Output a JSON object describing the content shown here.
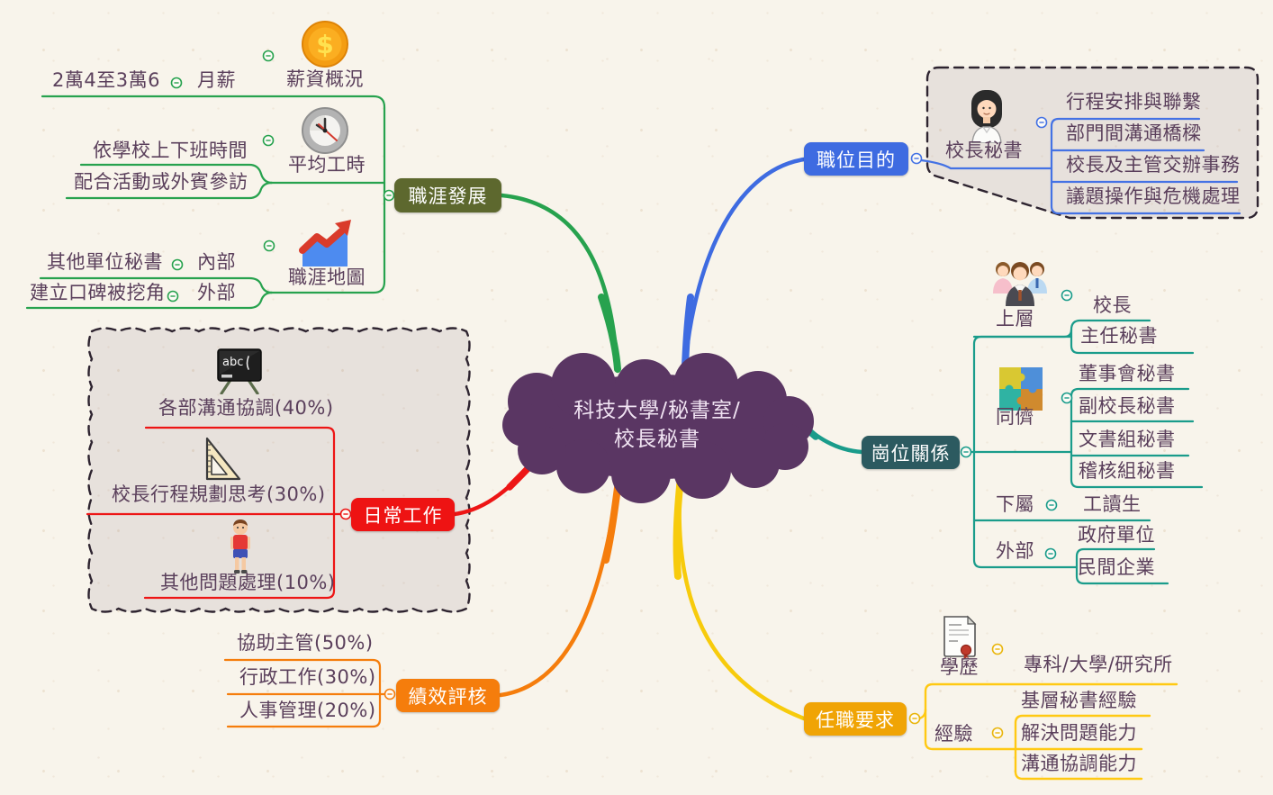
{
  "app": {
    "type": "mindmap"
  },
  "palette": {
    "background": "#F8F4EB",
    "center_fill": "#5A3663",
    "center_text_color": "#F0E3F2",
    "topic_text_color": "#FFFFFF",
    "label_text_color": "#5A3F5B",
    "career": {
      "node": "#5D682E",
      "line": "#27A24E"
    },
    "daily": {
      "node": "#EE1313",
      "line": "#ED1515"
    },
    "perf": {
      "node": "#F57D0C",
      "line": "#F57D0C"
    },
    "purpose": {
      "node": "#3E6BE1",
      "line": "#4472E4"
    },
    "relations": {
      "node": "#2C5A60",
      "line": "#1A9C8B"
    },
    "requirements": {
      "node": "#F0A405",
      "line": "#FFC913"
    }
  },
  "center": {
    "line1": "科技大學/秘書室/",
    "line2": "校長秘書"
  },
  "branches": {
    "career": {
      "label": "職涯發展",
      "salary": {
        "label": "薪資概況",
        "icon": "coin-icon",
        "monthly": {
          "label": "月薪",
          "range": "2萬4至3萬6"
        }
      },
      "hours": {
        "label": "平均工時",
        "icon": "clock-icon",
        "items": [
          "依學校上下班時間",
          "配合活動或外賓參訪"
        ]
      },
      "map": {
        "label": "職涯地圖",
        "icon": "trend-chart-icon",
        "internal": {
          "label": "內部",
          "note": "其他單位秘書"
        },
        "external": {
          "label": "外部",
          "note": "建立口碑被挖角"
        }
      }
    },
    "daily": {
      "label": "日常工作",
      "items": [
        {
          "label": "各部溝通協調(40%)",
          "icon": "blackboard-icon"
        },
        {
          "label": "校長行程規劃思考(30%)",
          "icon": "ruler-icon"
        },
        {
          "label": "其他問題處理(10%)",
          "icon": "boy-icon"
        }
      ]
    },
    "perf": {
      "label": "績效評核",
      "items": [
        "協助主管(50%)",
        "行政工作(30%)",
        "人事管理(20%)"
      ]
    },
    "purpose": {
      "label": "職位目的",
      "secretary": {
        "label": "校長秘書",
        "icon": "secretary-woman-icon"
      },
      "duties": [
        "行程安排與聯繫",
        "部門間溝通橋樑",
        "校長及主管交辦事務",
        "議題操作與危機處理"
      ]
    },
    "relations": {
      "label": "崗位關係",
      "upper": {
        "label": "上層",
        "icon": "team-icon",
        "items": [
          "校長",
          "主任秘書"
        ]
      },
      "peer": {
        "label": "同儕",
        "icon": "puzzle-icon",
        "items": [
          "董事會秘書",
          "副校長秘書",
          "文書組秘書",
          "稽核組秘書"
        ]
      },
      "subordinate": {
        "label": "下屬",
        "items": [
          "工讀生"
        ]
      },
      "external": {
        "label": "外部",
        "items": [
          "政府單位",
          "民間企業"
        ]
      }
    },
    "requirements": {
      "label": "任職要求",
      "education": {
        "label": "學歷",
        "icon": "certificate-icon",
        "note": "專科/大學/研究所"
      },
      "experience": {
        "label": "經驗",
        "items": [
          "基層秘書經驗",
          "解決問題能力",
          "溝通協調能力"
        ]
      }
    }
  },
  "boundaries": [
    {
      "name": "purpose-group",
      "style": "dashed"
    },
    {
      "name": "daily-group",
      "style": "dashed-wavy"
    }
  ]
}
